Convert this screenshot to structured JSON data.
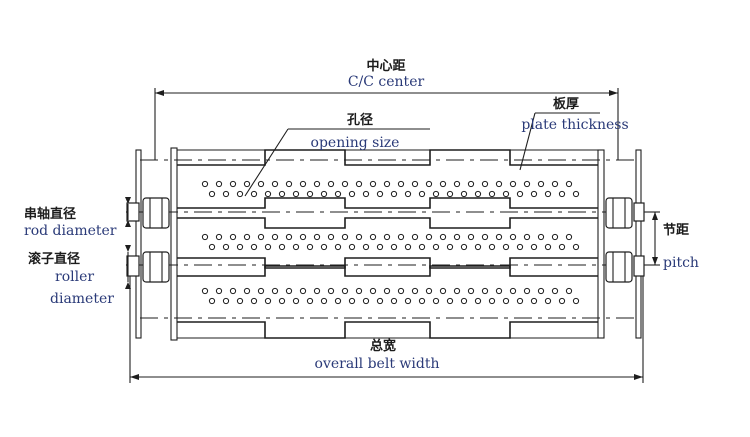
{
  "labels": {
    "cc_cn": "中心距",
    "cc_en": "C/C center",
    "plate_cn": "板厚",
    "plate_en": "plate thickness",
    "opening_cn": "孔径",
    "opening_en": "opening size",
    "rod_cn": "串轴直径",
    "rod_en": "rod diameter",
    "roller_cn": "滚子直径",
    "roller_en1": "roller",
    "roller_en2": "diameter",
    "pitch_cn": "节距",
    "pitch_en": "pitch",
    "width_cn": "总宽",
    "width_en": "overall belt width"
  },
  "colors": {
    "line": "#1e1e1e",
    "label_text": "#2a3a78",
    "background": "#ffffff"
  }
}
